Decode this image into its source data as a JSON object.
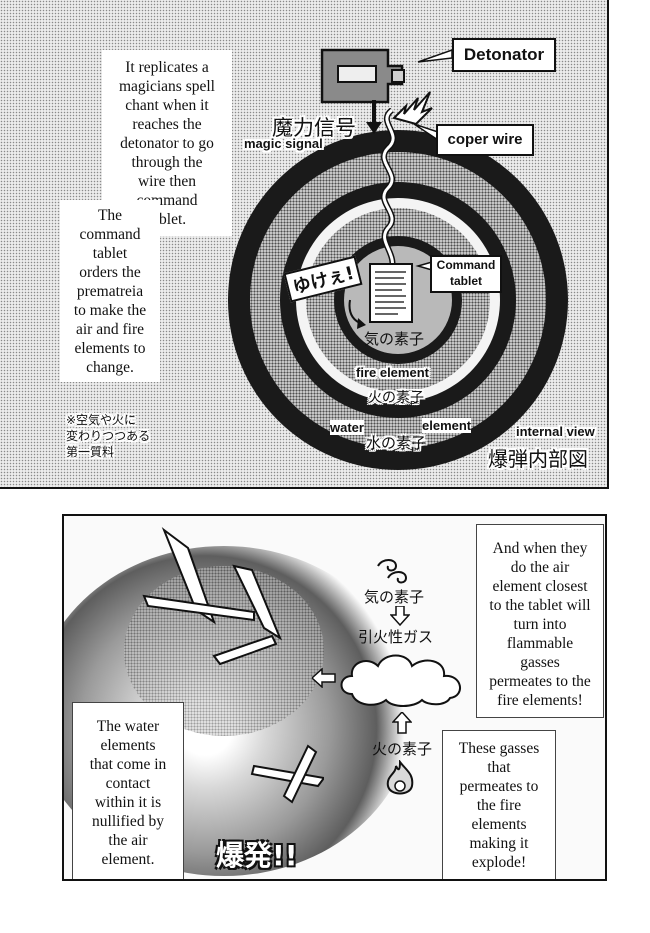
{
  "top_panel": {
    "intro_bubble": {
      "lines": [
        "It replicates a",
        "magicians spell",
        "chant when it",
        "reaches the",
        "detonator to go",
        "through the",
        "wire then",
        "command",
        "tablet."
      ]
    },
    "command_bubble": {
      "lines": [
        "The",
        "command",
        "tablet",
        "orders the",
        "prematreia",
        "to make the",
        "air and fire",
        "elements to",
        "change."
      ]
    },
    "note_jp": [
      "※空気や火に",
      "変わりつつある",
      "第一質料"
    ],
    "labels": {
      "detonator": "Detonator",
      "coper_wire": "coper wire",
      "command_tablet_line1": "Command",
      "command_tablet_line2": "tablet",
      "magic_signal_jp": "魔力信号",
      "magic_signal_en": "magic signal",
      "air_element_jp": "気の素子",
      "fire_element_en": "fire element",
      "fire_element_jp": "火の素子",
      "water_en": "water",
      "element_en": "element",
      "water_element_jp": "水の素子",
      "internal_view_en": "internal view",
      "internal_view_jp": "爆弾内部図",
      "sfx_jp": "ゆけぇ!"
    }
  },
  "bottom_panel": {
    "top_right_bubble": {
      "lines": [
        "And when they",
        "do the air",
        "element closest",
        "to the tablet will",
        "turn into",
        "flammable",
        "gasses",
        "permeates to the",
        "fire elements!"
      ]
    },
    "left_bubble": {
      "lines": [
        "The water",
        "elements",
        "that come in",
        "contact",
        "within it is",
        "nullified by",
        "the air",
        "element."
      ]
    },
    "bottom_right_bubble": {
      "lines": [
        "These gasses",
        "that",
        "permeates to",
        "the fire",
        "elements",
        "making it",
        "explode!"
      ]
    },
    "flow": {
      "air_element_jp": "気の素子",
      "flammable_gas_jp": "引火性ガス",
      "fire_element_jp": "火の素子"
    },
    "sfx_explosion_jp": "爆発!!"
  }
}
